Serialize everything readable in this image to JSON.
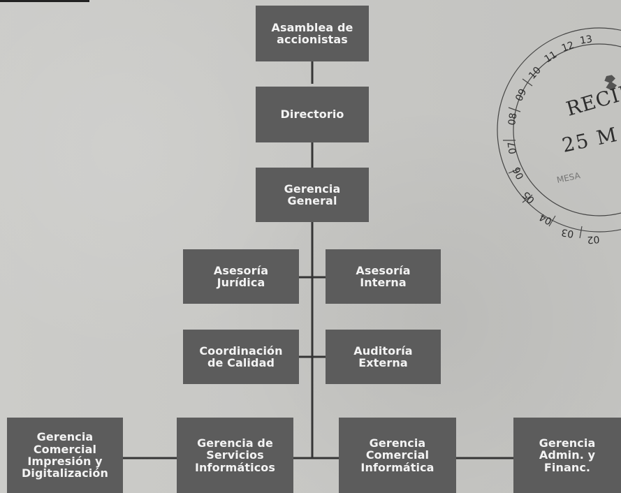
{
  "nodes": [
    {
      "id": "asamblea",
      "label": "Asamblea de\naccionistas"
    },
    {
      "id": "directorio",
      "label": "Directorio"
    },
    {
      "id": "gerencia_general",
      "label": "Gerencia\nGeneral"
    },
    {
      "id": "asesoria_juridica",
      "label": "Asesoría\nJurídica"
    },
    {
      "id": "asesoria_interna",
      "label": "Asesoría\nInterna"
    },
    {
      "id": "coordinacion_calidad",
      "label": "Coordinación\nde Calidad"
    },
    {
      "id": "auditoria_externa",
      "label": "Auditoría\nExterna"
    },
    {
      "id": "gerencia_comercial_impresion",
      "label": "Gerencia\nComercial\nImpresión y\nDigitalización"
    },
    {
      "id": "gerencia_servicios",
      "label": "Gerencia de\nServicios\nInformáticos"
    },
    {
      "id": "gerencia_comercial_informatica",
      "label": "Gerencia\nComercial\nInformática"
    },
    {
      "id": "gerencia_admin",
      "label": "Gerencia\nAdmin. y\nFinanc."
    }
  ],
  "stamp": {
    "text_lines": [
      "RECIB",
      "25 M",
      "MESA"
    ],
    "ring_numbers": [
      "13",
      "12",
      "11",
      "10",
      "09",
      "08",
      "07",
      "06",
      "05",
      "04",
      "03",
      "02"
    ]
  },
  "colors": {
    "background": "#c9c9c6",
    "box": "#5c5c5c",
    "box_text": "#f3f3f3",
    "line": "#353535"
  }
}
